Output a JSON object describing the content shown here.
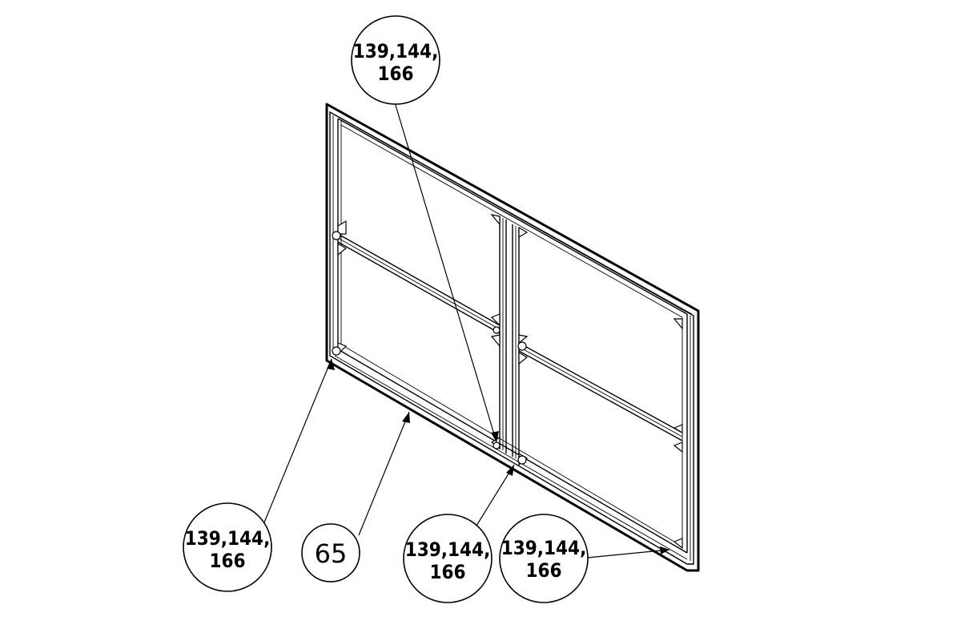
{
  "drawing": {
    "balloons": [
      {
        "id": "top",
        "line1": "139,144,",
        "line2": "166"
      },
      {
        "id": "bottom-left",
        "line1": "139,144,",
        "line2": "166"
      },
      {
        "id": "center-65",
        "line1": "65",
        "line2": ""
      },
      {
        "id": "bottom-mid",
        "line1": "139,144,",
        "line2": "166"
      },
      {
        "id": "bottom-right",
        "line1": "139,144,",
        "line2": "166"
      }
    ]
  }
}
